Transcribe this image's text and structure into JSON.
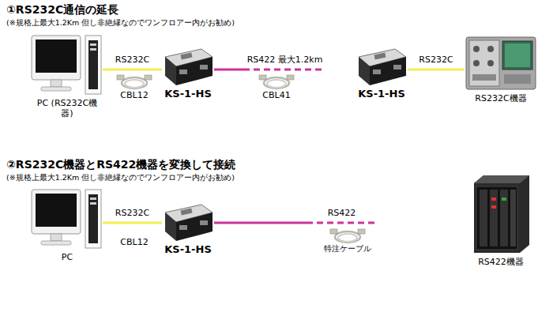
{
  "diagram": {
    "nodes": [
      {
        "text": [
          "PC (RS232C機器)"
        ]
      },
      {
        "text": [
          "KS-1-HS"
        ]
      },
      {
        "text": [
          "KS-1-HS"
        ]
      },
      {
        "text": [
          "RS232C機器"
        ]
      },
      {
        "text": [
          "PC"
        ]
      },
      {
        "text": [
          "KS-1-HS"
        ]
      },
      {
        "text": [
          "RS422機器"
        ]
      }
    ],
    "edges": [
      {
        "from": 0,
        "to": 1,
        "arrow": "none",
        "label": "RS232C"
      },
      {
        "from": 1,
        "to": 2,
        "arrow": "none",
        "label": "RS422 最大1.2km"
      },
      {
        "from": 2,
        "to": 3,
        "arrow": "none",
        "label": "RS232C"
      },
      {
        "from": 4,
        "to": 5,
        "arrow": "none",
        "label": "RS232C"
      },
      {
        "from": 5,
        "to": 6,
        "arrow": "none",
        "label": "RS422"
      }
    ],
    "labels": [
      "①RS232C通信の延長",
      "(※規格上最大1.2Km 但し非絶縁なのでワンフロアー内がお勧め)",
      "CBL12",
      "CBL41",
      "②RS232C機器とRS422機器を変換して接続",
      "(※規格上最大1.2Km 但し非絶縁なのでワンフロアー内がお勧め)",
      "CBL12",
      "特注ケーブル"
    ]
  }
}
